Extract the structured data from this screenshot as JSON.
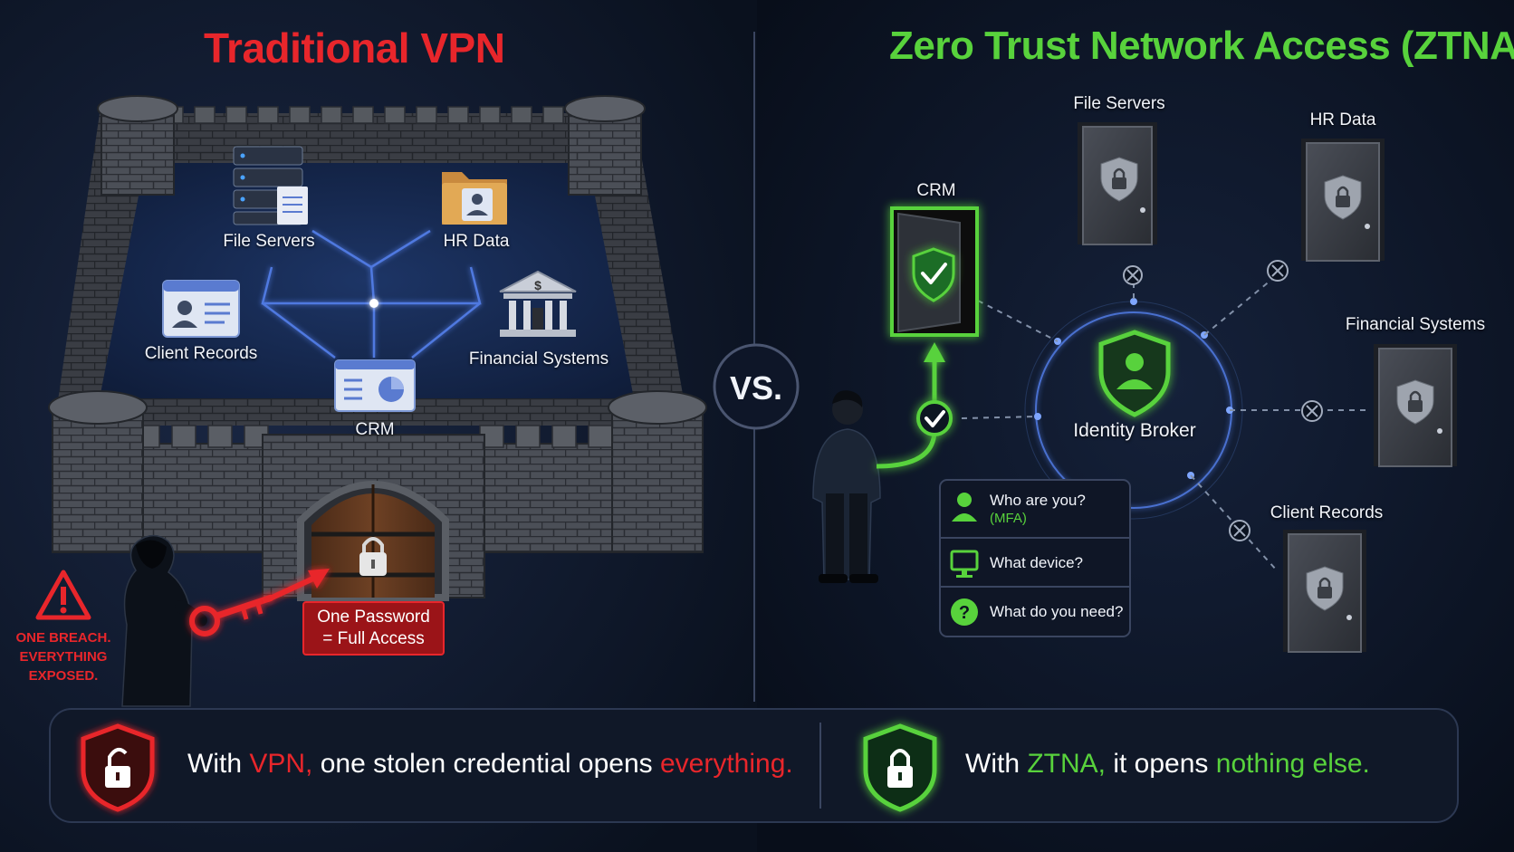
{
  "left": {
    "title": "Traditional VPN",
    "resources": {
      "file_servers": "File Servers",
      "hr_data": "HR Data",
      "client_records": "Client Records",
      "financial_systems": "Financial Systems",
      "crm": "CRM"
    },
    "gate_caption_line1": "One Password",
    "gate_caption_line2": "= Full Access",
    "warning_line1": "ONE BREACH.",
    "warning_line2": "EVERYTHING",
    "warning_line3": "EXPOSED."
  },
  "vs": "VS.",
  "right": {
    "title": "Zero Trust Network Access (ZTNA)",
    "broker": "Identity Broker",
    "resources": {
      "crm": "CRM",
      "file_servers": "File Servers",
      "hr_data": "HR Data",
      "financial_systems": "Financial Systems",
      "client_records": "Client Records"
    },
    "questions": [
      {
        "text": "Who are you?",
        "sub": "(MFA)"
      },
      {
        "text": "What device?"
      },
      {
        "text": "What do you need?"
      }
    ]
  },
  "banner": {
    "vpn": {
      "pre": "With ",
      "key": "VPN,",
      "mid": " one stolen credential opens ",
      "end": "everything."
    },
    "ztna": {
      "pre": "With ",
      "key": "ZTNA,",
      "mid": " it opens ",
      "end": "nothing else."
    }
  },
  "colors": {
    "red": "#e8262b",
    "green": "#58d23c",
    "blue": "#4f79e0"
  }
}
